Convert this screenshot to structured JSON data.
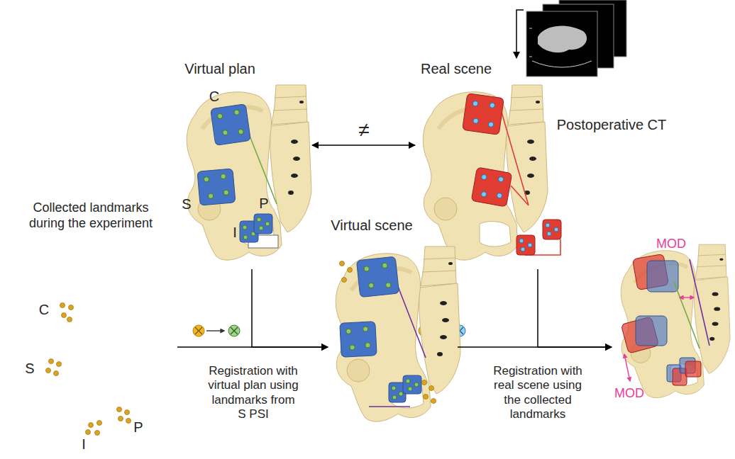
{
  "diagram": {
    "nodes": [
      {
        "text": [
          "Virtual plan",
          "C",
          "S",
          "P",
          "I"
        ]
      },
      {
        "text": [
          "Real scene"
        ]
      },
      {
        "text": [
          "Postoperative CT"
        ]
      },
      {
        "text": [
          "Collected landmarks during the experiment",
          "C",
          "S",
          "I",
          "P"
        ]
      },
      {
        "text": [
          "Virtual scene"
        ]
      },
      {
        "text": [
          "MOD",
          "MOD"
        ]
      }
    ],
    "edges": [
      {
        "from": 0,
        "to": 1,
        "arrow": "both",
        "label": "≠"
      },
      {
        "from": 2,
        "to": 1,
        "arrow": "to"
      },
      {
        "from": 3,
        "to": 4,
        "arrow": "to",
        "label": "Registration with virtual plan using landmarks from S PSI"
      },
      {
        "from": 0,
        "to": 4,
        "arrow": "to"
      },
      {
        "from": 4,
        "to": 5,
        "arrow": "to",
        "label": "Registration with real scene using the collected landmarks"
      },
      {
        "from": 1,
        "to": 5,
        "arrow": "to"
      }
    ]
  }
}
